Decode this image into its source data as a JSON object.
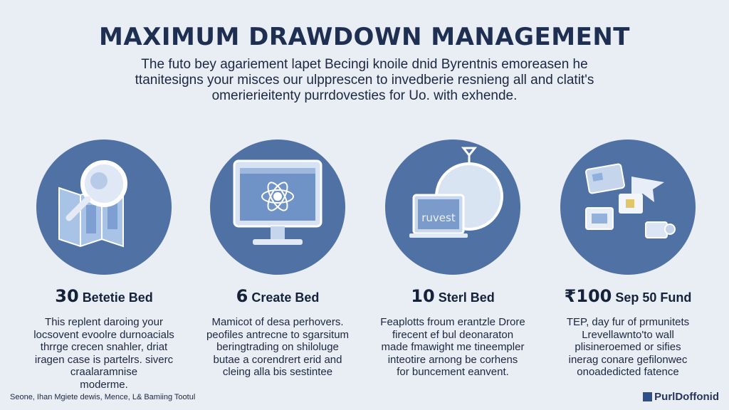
{
  "title": "MAXIMUM DRAWDOWN MANAGEMENT",
  "intro": [
    "The futo bey agariement lapet Becingi knoile dnid Byrentnis emoreasen he",
    "ttanitesigns your misces our ulpprescen to invedberie resnieng all and clatit's",
    "omerierieitenty purrdovesties for Uo. with exhende."
  ],
  "cards": [
    {
      "heading_num": "30",
      "heading_text": "Betetie Bed",
      "icon": "magnifier-map-icon",
      "body": [
        "This replent daroing your",
        "locsovent evoolre durnoacials",
        "thrrge crecen snahler, driat",
        "iragen case is partelrs. siverc",
        "craalaramnise",
        "moderme."
      ]
    },
    {
      "heading_num": "6",
      "heading_text": "Create Bed",
      "icon": "monitor-atom-icon",
      "body": [
        "Mamicot of desa perhovers.",
        "peofiles antrecne to sgarsitum",
        "beringtrading on shiloluge",
        "butae a corendrert erid and",
        "cleing alla bis sestintee"
      ]
    },
    {
      "heading_num": "10",
      "heading_text": "Sterl Bed",
      "icon": "laptop-globe-icon",
      "screen_text": "ruvest",
      "body": [
        "Feaplotts froum erantzle Drore",
        "firecent ef bul deonaraton",
        "made fmawight me tineempler",
        "inteotire arnong be corhens",
        "for buncement eanvent."
      ]
    },
    {
      "heading_num": "₹100",
      "heading_text": "Sep 50 Fund",
      "icon": "cards-chip-icon",
      "body": [
        "TEP, day fur of prmunitets",
        "Lrevellawnto'to wall",
        "plisineroemed or sifies",
        "inerag conare gefilonwec",
        "onoadedicted fatence"
      ]
    }
  ],
  "footer": "Seone, Ihan Mgiete dewis, Mence, L& Bamiing Tootul",
  "brand": "PurlDoffonid",
  "colors": {
    "circle": "#4f71a3",
    "background": "#e9eef4",
    "title": "#1f2f52"
  }
}
